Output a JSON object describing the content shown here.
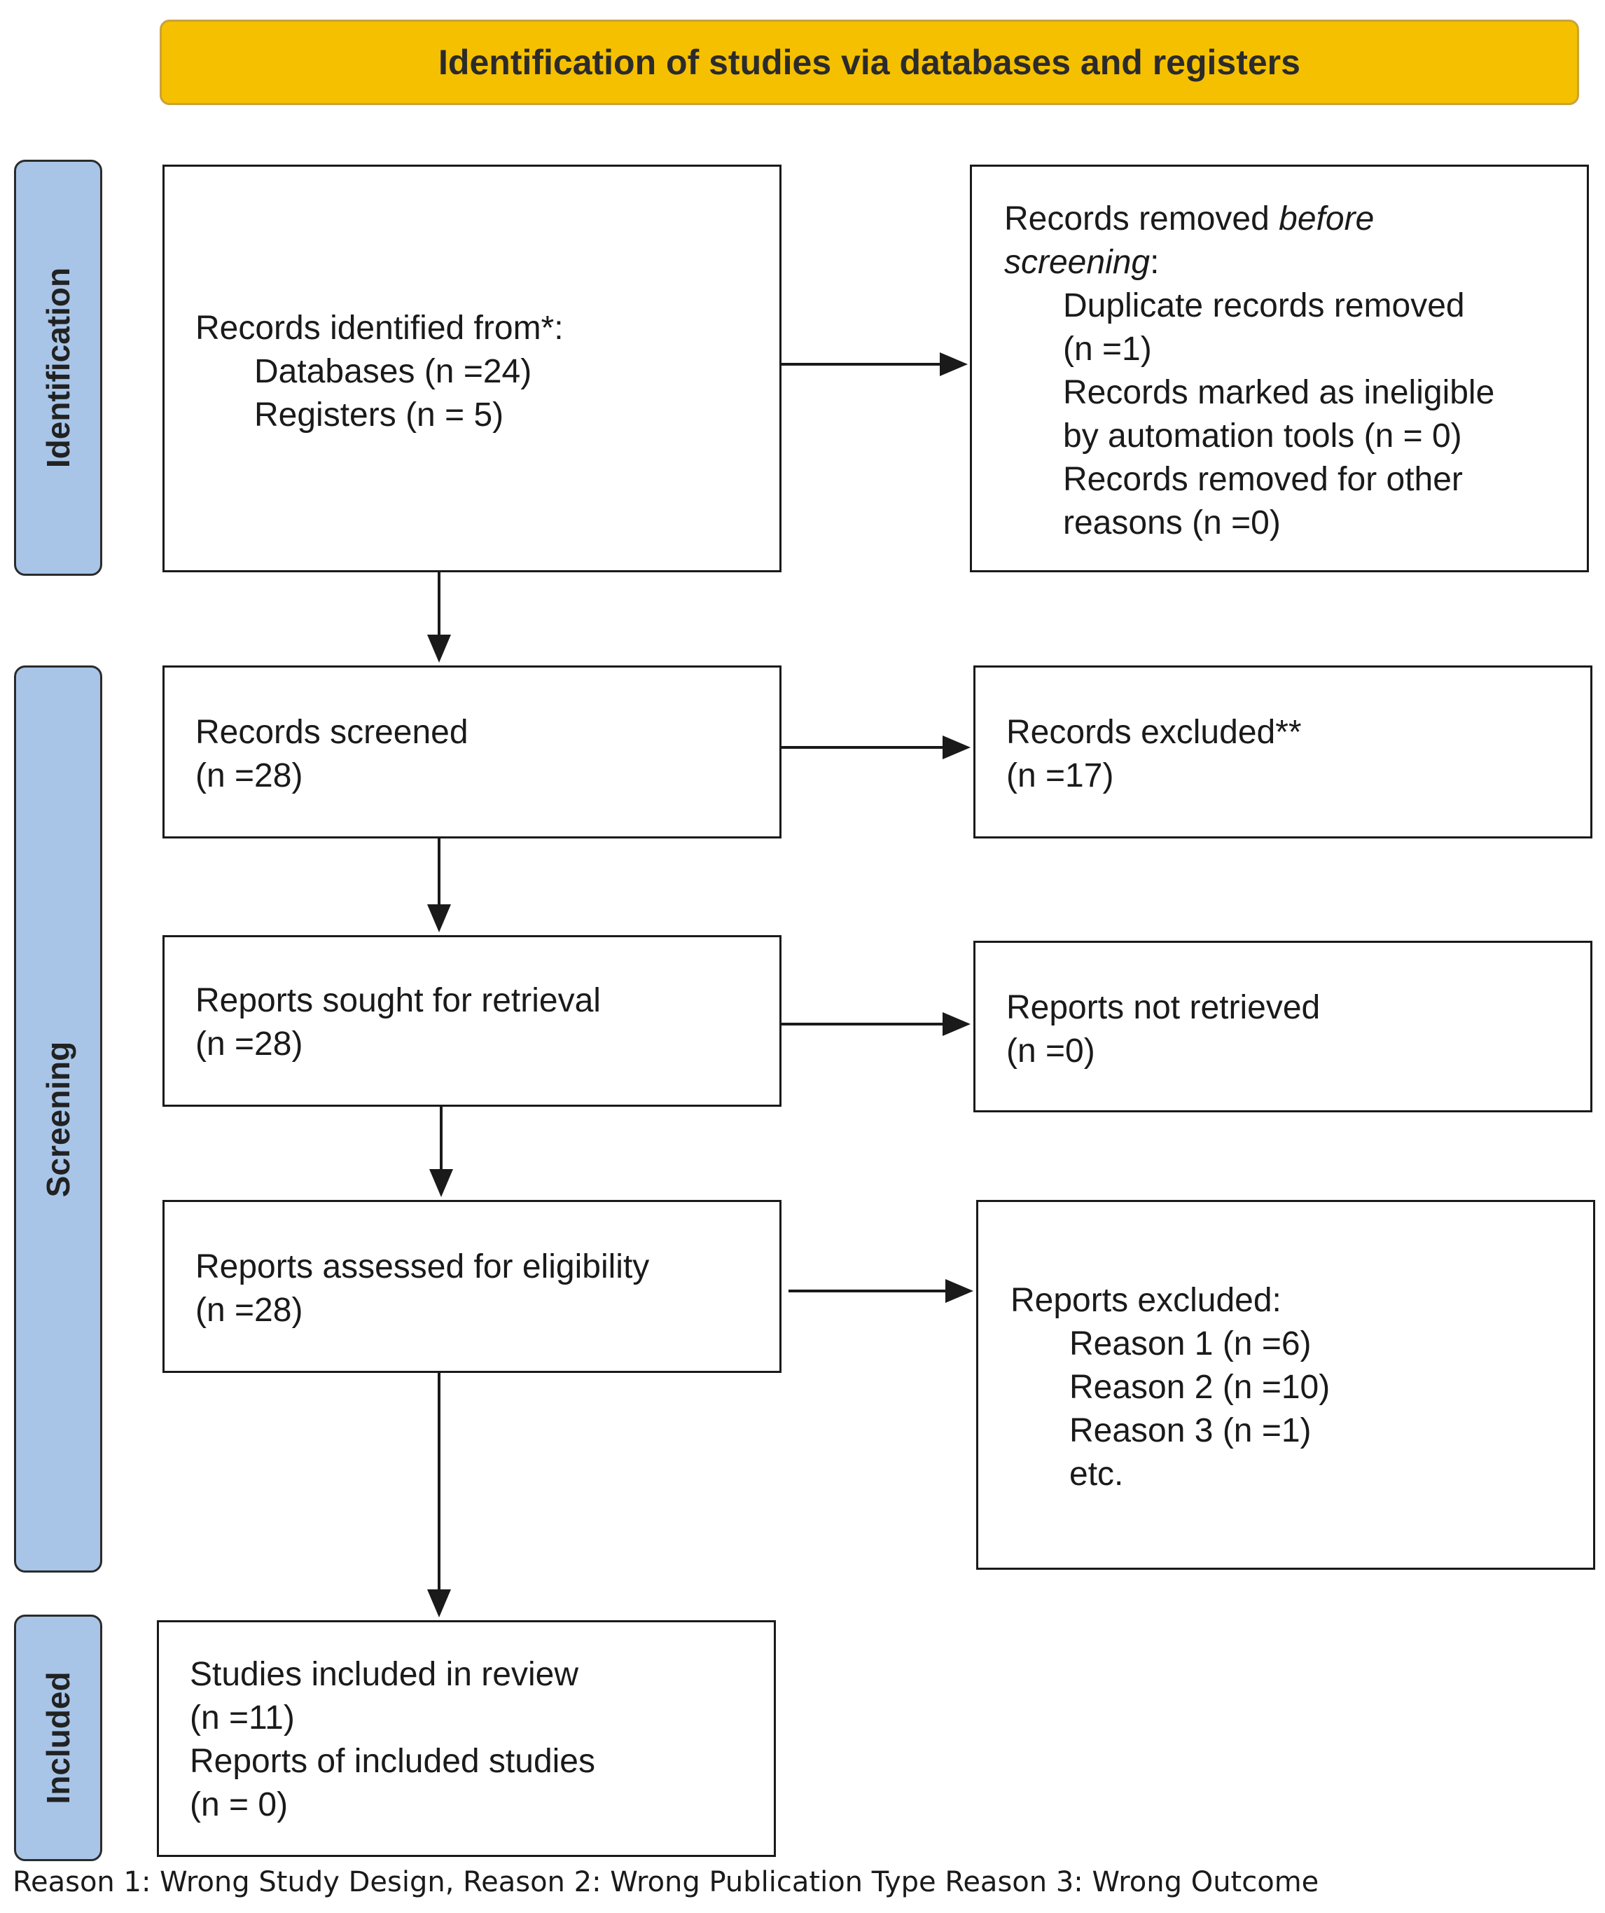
{
  "header": {
    "title": "Identification of studies via databases and registers"
  },
  "phases": {
    "identification": "Identification",
    "screening": "Screening",
    "included": "Included"
  },
  "boxes": {
    "records_identified": {
      "line1": "Records identified from*:",
      "line2": "Databases (n =24)",
      "line3": "Registers (n = 5)"
    },
    "records_removed": {
      "line1a": "Records removed ",
      "line1b": "before",
      "line2a": "screening",
      "line2b": ":",
      "line3": "Duplicate records removed",
      "line4": "(n =1)",
      "line5": "Records marked as ineligible",
      "line6": "by automation tools (n = 0)",
      "line7": "Records removed for other",
      "line8": "reasons (n =0)"
    },
    "records_screened": {
      "line1": "Records screened",
      "line2": "(n =28)"
    },
    "records_excluded": {
      "line1": "Records excluded**",
      "line2": "(n =17)"
    },
    "reports_sought": {
      "line1": "Reports sought for retrieval",
      "line2": "(n =28)"
    },
    "reports_not_retrieved": {
      "line1": "Reports not retrieved",
      "line2": "(n =0)"
    },
    "reports_assessed": {
      "line1": "Reports assessed for eligibility",
      "line2": "(n =28)"
    },
    "reports_excluded": {
      "line1": "Reports excluded:",
      "line2": "Reason 1 (n =6)",
      "line3": "Reason 2 (n =10)",
      "line4": "Reason 3 (n =1)",
      "line5": "etc."
    },
    "studies_included": {
      "line1": "Studies included in review",
      "line2": "(n =11)",
      "line3": "Reports of included studies",
      "line4": "(n = 0)"
    }
  },
  "footnote": "Reason 1: Wrong Study Design, Reason 2: Wrong Publication Type Reason 3: Wrong Outcome"
}
